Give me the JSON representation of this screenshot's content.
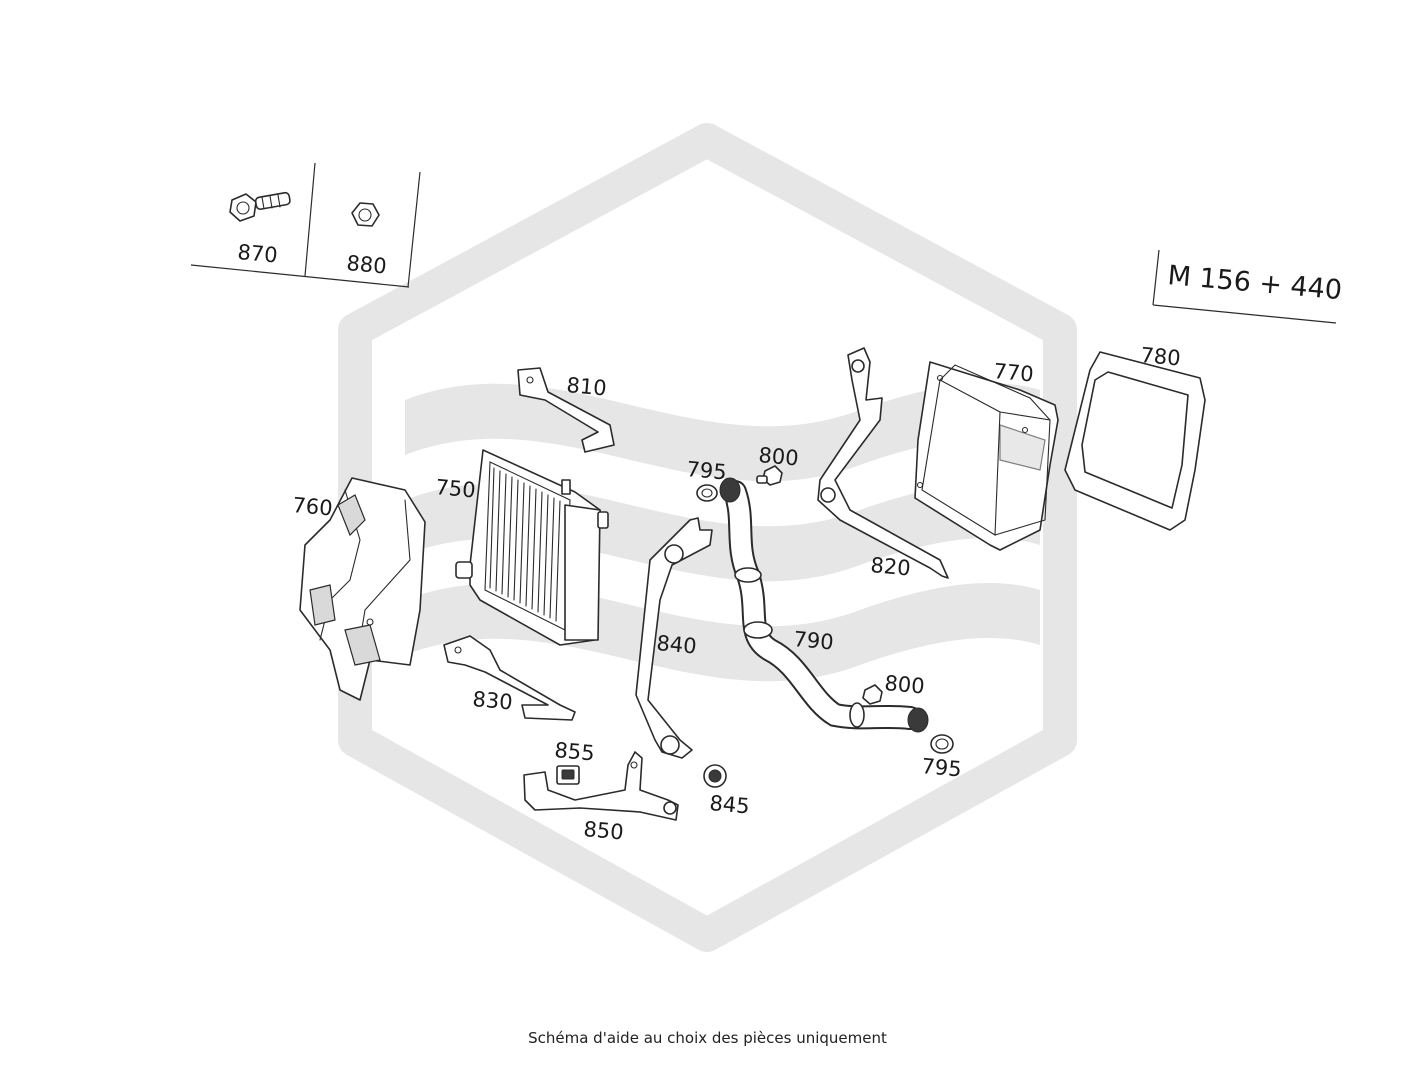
{
  "model_label": "M 156 + 440",
  "caption": "Schéma d'aide au choix des pièces uniquement",
  "parts": {
    "p870": "870",
    "p880": "880",
    "p810": "810",
    "p750": "750",
    "p760": "760",
    "p830": "830",
    "p795a": "795",
    "p800a": "800",
    "p840": "840",
    "p790": "790",
    "p820": "820",
    "p770": "770",
    "p780": "780",
    "p800b": "800",
    "p795b": "795",
    "p855": "855",
    "p845": "845",
    "p850": "850"
  },
  "colors": {
    "watermark": "#e6e6e6",
    "line": "#2b2b2b"
  }
}
